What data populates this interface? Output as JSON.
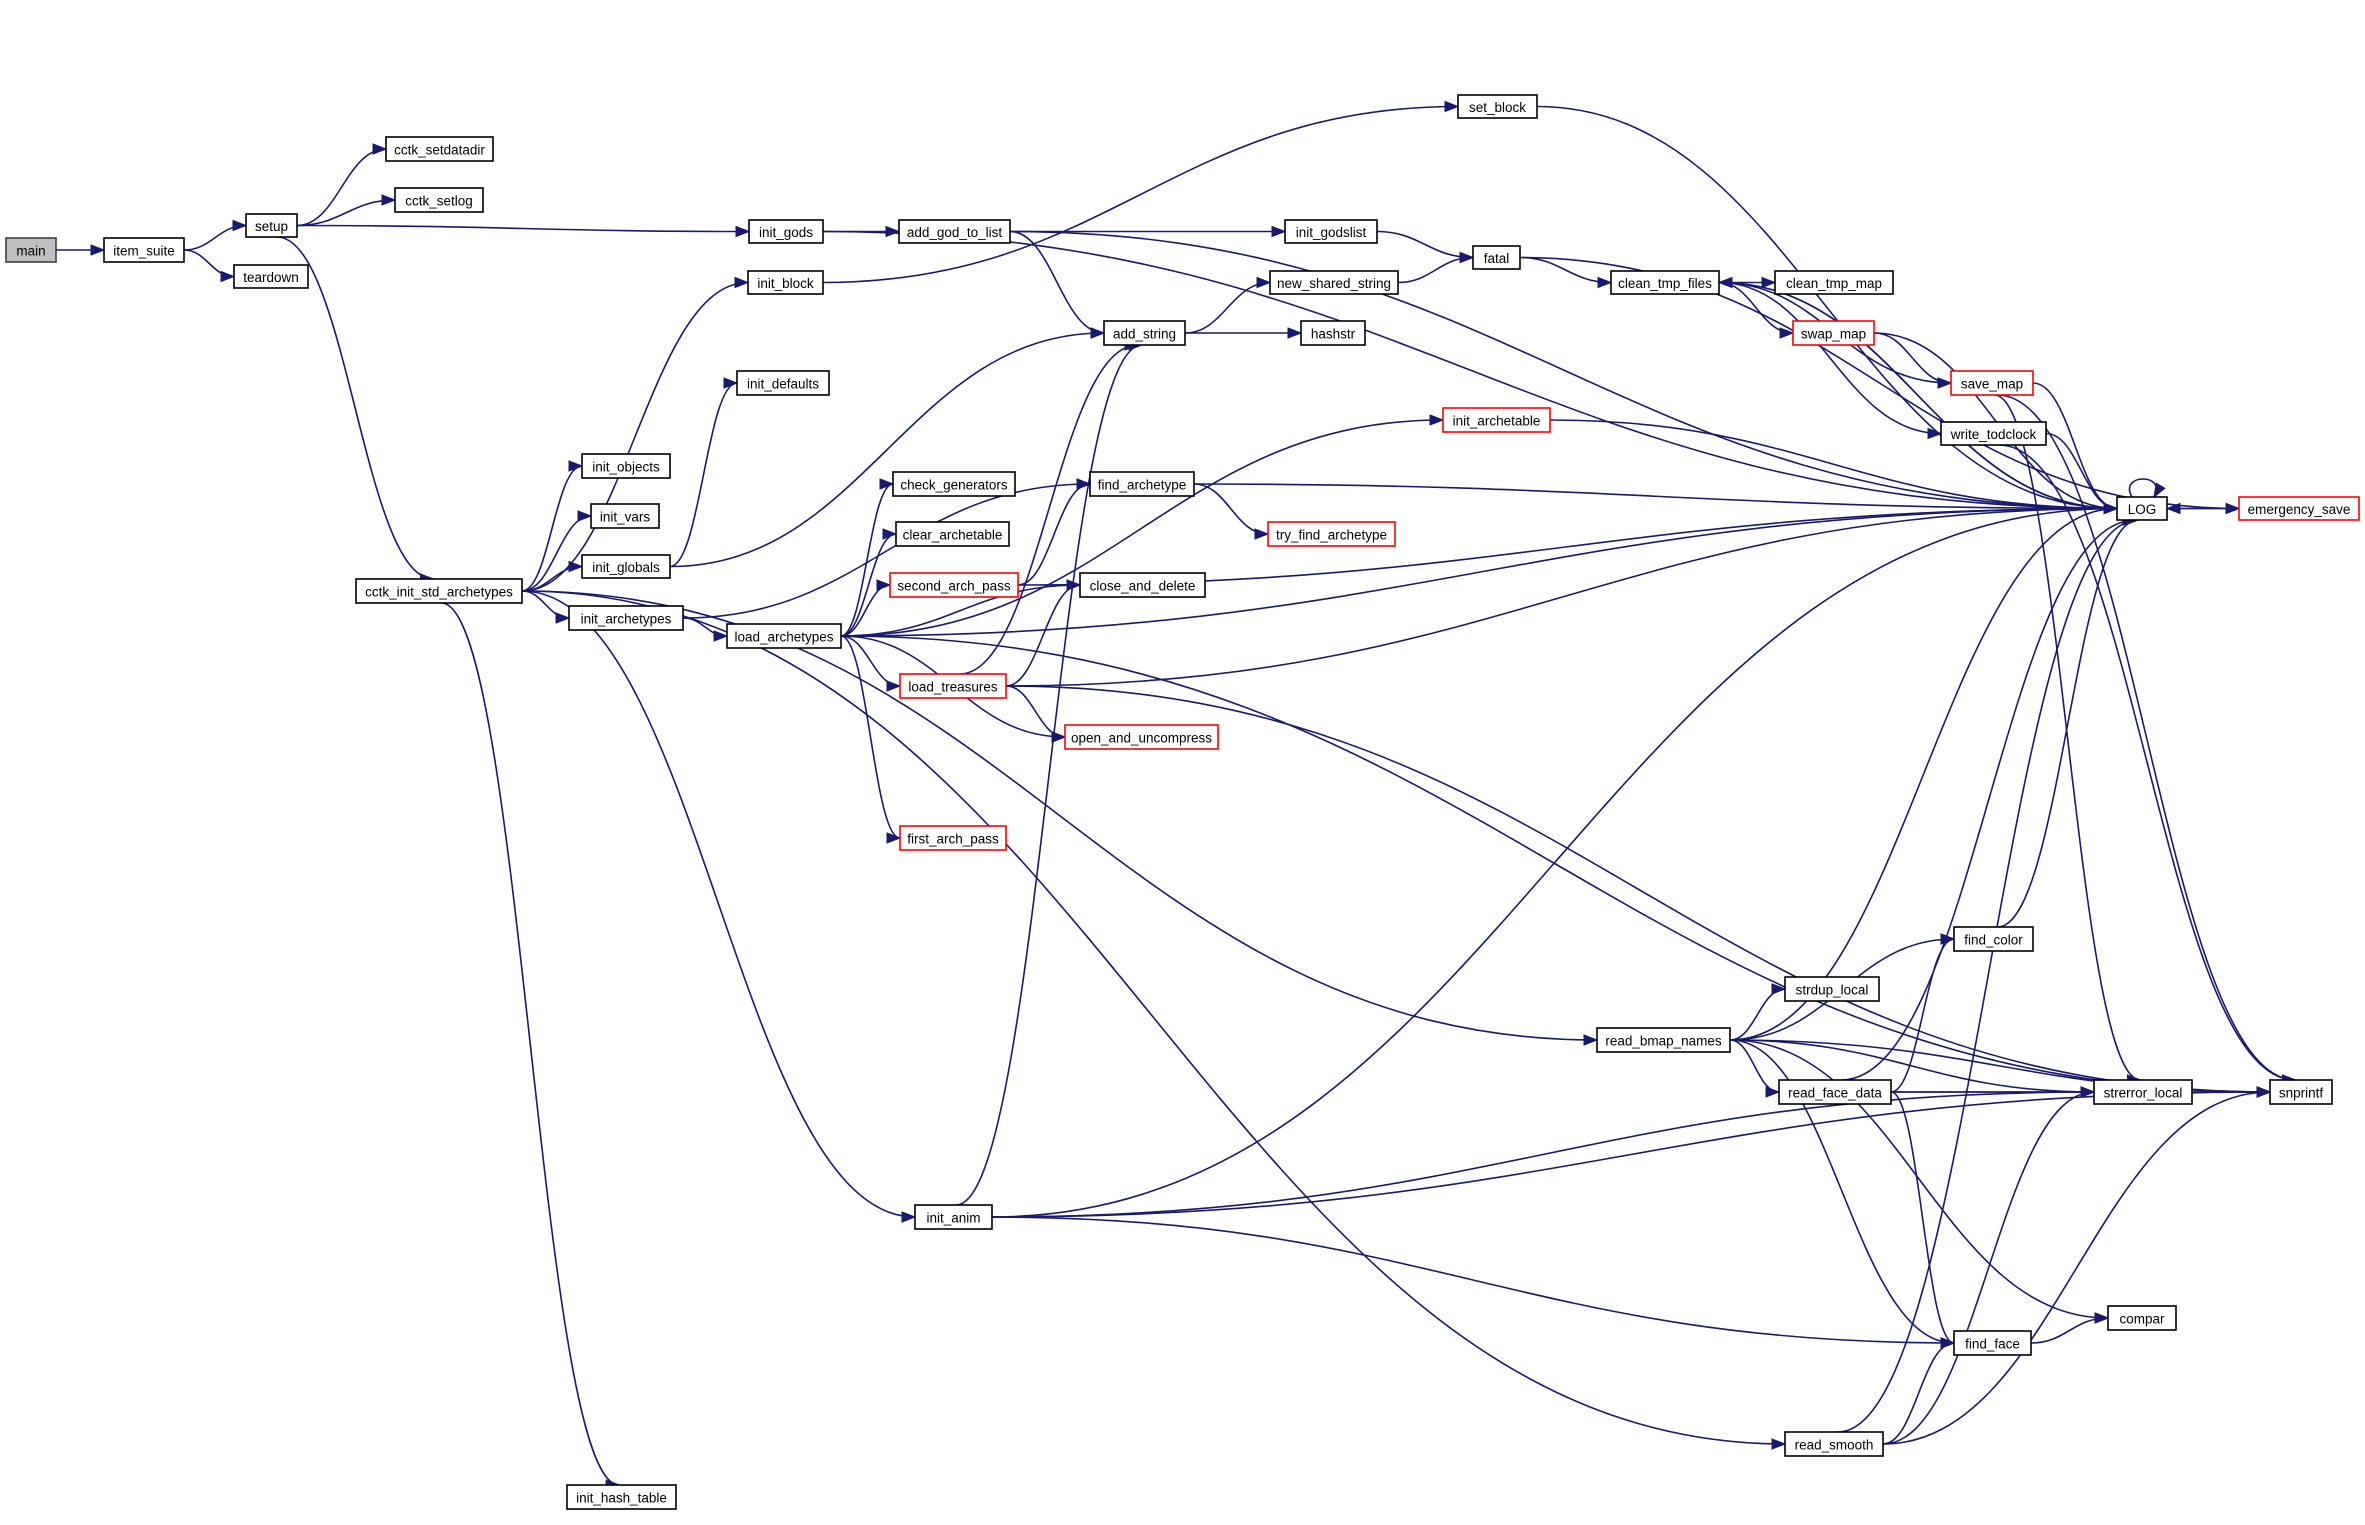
{
  "diagram": {
    "type": "call-graph",
    "title": "",
    "colors": {
      "edge": "#191970",
      "node_border": "#000000",
      "truncated_border": "#ff0000",
      "root_fill": "#bfbfbf"
    },
    "nodes": [
      {
        "id": "main",
        "label": "main",
        "style": "root"
      },
      {
        "id": "item_suite",
        "label": "item_suite",
        "style": "normal"
      },
      {
        "id": "setup",
        "label": "setup",
        "style": "normal"
      },
      {
        "id": "teardown",
        "label": "teardown",
        "style": "normal"
      },
      {
        "id": "cctk_setdatadir",
        "label": "cctk_setdatadir",
        "style": "normal"
      },
      {
        "id": "cctk_setlog",
        "label": "cctk_setlog",
        "style": "normal"
      },
      {
        "id": "init_gods",
        "label": "init_gods",
        "style": "normal"
      },
      {
        "id": "add_god_to_list",
        "label": "add_god_to_list",
        "style": "normal"
      },
      {
        "id": "init_godslist",
        "label": "init_godslist",
        "style": "normal"
      },
      {
        "id": "set_block",
        "label": "set_block",
        "style": "normal"
      },
      {
        "id": "fatal",
        "label": "fatal",
        "style": "normal"
      },
      {
        "id": "init_block",
        "label": "init_block",
        "style": "normal"
      },
      {
        "id": "new_shared_string",
        "label": "new_shared_string",
        "style": "normal"
      },
      {
        "id": "add_string",
        "label": "add_string",
        "style": "normal"
      },
      {
        "id": "hashstr",
        "label": "hashstr",
        "style": "normal"
      },
      {
        "id": "clean_tmp_files",
        "label": "clean_tmp_files",
        "style": "normal"
      },
      {
        "id": "clean_tmp_map",
        "label": "clean_tmp_map",
        "style": "normal"
      },
      {
        "id": "swap_map",
        "label": "swap_map",
        "style": "truncated"
      },
      {
        "id": "save_map",
        "label": "save_map",
        "style": "truncated"
      },
      {
        "id": "write_todclock",
        "label": "write_todclock",
        "style": "normal"
      },
      {
        "id": "LOG",
        "label": "LOG",
        "style": "normal"
      },
      {
        "id": "emergency_save",
        "label": "emergency_save",
        "style": "truncated"
      },
      {
        "id": "init_defaults",
        "label": "init_defaults",
        "style": "normal"
      },
      {
        "id": "init_archetable",
        "label": "init_archetable",
        "style": "truncated"
      },
      {
        "id": "init_objects",
        "label": "init_objects",
        "style": "normal"
      },
      {
        "id": "find_archetype",
        "label": "find_archetype",
        "style": "normal"
      },
      {
        "id": "check_generators",
        "label": "check_generators",
        "style": "normal"
      },
      {
        "id": "init_vars",
        "label": "init_vars",
        "style": "normal"
      },
      {
        "id": "clear_archetable",
        "label": "clear_archetable",
        "style": "normal"
      },
      {
        "id": "try_find_archetype",
        "label": "try_find_archetype",
        "style": "truncated"
      },
      {
        "id": "init_globals",
        "label": "init_globals",
        "style": "normal"
      },
      {
        "id": "second_arch_pass",
        "label": "second_arch_pass",
        "style": "truncated"
      },
      {
        "id": "close_and_delete",
        "label": "close_and_delete",
        "style": "normal"
      },
      {
        "id": "cctk_init_std_archetypes",
        "label": "cctk_init_std_archetypes",
        "style": "normal"
      },
      {
        "id": "init_archetypes",
        "label": "init_archetypes",
        "style": "normal"
      },
      {
        "id": "load_archetypes",
        "label": "load_archetypes",
        "style": "normal"
      },
      {
        "id": "load_treasures",
        "label": "load_treasures",
        "style": "truncated"
      },
      {
        "id": "open_and_uncompress",
        "label": "open_and_uncompress",
        "style": "truncated"
      },
      {
        "id": "first_arch_pass",
        "label": "first_arch_pass",
        "style": "truncated"
      },
      {
        "id": "find_color",
        "label": "find_color",
        "style": "normal"
      },
      {
        "id": "strdup_local",
        "label": "strdup_local",
        "style": "normal"
      },
      {
        "id": "read_bmap_names",
        "label": "read_bmap_names",
        "style": "normal"
      },
      {
        "id": "read_face_data",
        "label": "read_face_data",
        "style": "normal"
      },
      {
        "id": "strerror_local",
        "label": "strerror_local",
        "style": "normal"
      },
      {
        "id": "snprintf",
        "label": "snprintf",
        "style": "normal"
      },
      {
        "id": "init_anim",
        "label": "init_anim",
        "style": "normal"
      },
      {
        "id": "compar",
        "label": "compar",
        "style": "normal"
      },
      {
        "id": "find_face",
        "label": "find_face",
        "style": "normal"
      },
      {
        "id": "read_smooth",
        "label": "read_smooth",
        "style": "normal"
      },
      {
        "id": "init_hash_table",
        "label": "init_hash_table",
        "style": "normal"
      }
    ],
    "edges": [
      {
        "from": "main",
        "to": "item_suite"
      },
      {
        "from": "item_suite",
        "to": "setup"
      },
      {
        "from": "item_suite",
        "to": "teardown"
      },
      {
        "from": "setup",
        "to": "cctk_setdatadir"
      },
      {
        "from": "setup",
        "to": "cctk_setlog"
      },
      {
        "from": "setup",
        "to": "init_gods"
      },
      {
        "from": "setup",
        "to": "cctk_init_std_archetypes"
      },
      {
        "from": "init_gods",
        "to": "add_god_to_list"
      },
      {
        "from": "init_gods",
        "to": "LOG"
      },
      {
        "from": "add_god_to_list",
        "to": "init_godslist"
      },
      {
        "from": "add_god_to_list",
        "to": "add_string"
      },
      {
        "from": "add_god_to_list",
        "to": "LOG"
      },
      {
        "from": "init_godslist",
        "to": "fatal"
      },
      {
        "from": "init_block",
        "to": "set_block"
      },
      {
        "from": "set_block",
        "to": "LOG"
      },
      {
        "from": "add_string",
        "to": "new_shared_string"
      },
      {
        "from": "add_string",
        "to": "hashstr"
      },
      {
        "from": "new_shared_string",
        "to": "fatal"
      },
      {
        "from": "fatal",
        "to": "clean_tmp_files"
      },
      {
        "from": "fatal",
        "to": "emergency_save"
      },
      {
        "from": "clean_tmp_files",
        "to": "clean_tmp_map"
      },
      {
        "from": "clean_tmp_files",
        "to": "swap_map"
      },
      {
        "from": "clean_tmp_files",
        "to": "save_map"
      },
      {
        "from": "clean_tmp_files",
        "to": "write_todclock"
      },
      {
        "from": "clean_tmp_files",
        "to": "LOG"
      },
      {
        "from": "LOG",
        "to": "clean_tmp_files"
      },
      {
        "from": "swap_map",
        "to": "save_map"
      },
      {
        "from": "swap_map",
        "to": "LOG"
      },
      {
        "from": "save_map",
        "to": "LOG"
      },
      {
        "from": "save_map",
        "to": "snprintf"
      },
      {
        "from": "save_map",
        "to": "strerror_local"
      },
      {
        "from": "write_todclock",
        "to": "LOG"
      },
      {
        "from": "write_todclock",
        "to": "snprintf"
      },
      {
        "from": "LOG",
        "to": "LOG"
      },
      {
        "from": "LOG",
        "to": "emergency_save"
      },
      {
        "from": "emergency_save",
        "to": "LOG"
      },
      {
        "from": "cctk_init_std_archetypes",
        "to": "init_block"
      },
      {
        "from": "cctk_init_std_archetypes",
        "to": "init_objects"
      },
      {
        "from": "cctk_init_std_archetypes",
        "to": "init_vars"
      },
      {
        "from": "cctk_init_std_archetypes",
        "to": "init_globals"
      },
      {
        "from": "cctk_init_std_archetypes",
        "to": "init_archetypes"
      },
      {
        "from": "cctk_init_std_archetypes",
        "to": "read_bmap_names"
      },
      {
        "from": "cctk_init_std_archetypes",
        "to": "init_anim"
      },
      {
        "from": "cctk_init_std_archetypes",
        "to": "read_smooth"
      },
      {
        "from": "cctk_init_std_archetypes",
        "to": "init_hash_table"
      },
      {
        "from": "init_globals",
        "to": "init_defaults"
      },
      {
        "from": "init_globals",
        "to": "add_string"
      },
      {
        "from": "init_archetypes",
        "to": "load_archetypes"
      },
      {
        "from": "init_archetypes",
        "to": "find_archetype"
      },
      {
        "from": "load_archetypes",
        "to": "check_generators"
      },
      {
        "from": "load_archetypes",
        "to": "clear_archetable"
      },
      {
        "from": "load_archetypes",
        "to": "second_arch_pass"
      },
      {
        "from": "load_archetypes",
        "to": "close_and_delete"
      },
      {
        "from": "load_archetypes",
        "to": "load_treasures"
      },
      {
        "from": "load_archetypes",
        "to": "open_and_uncompress"
      },
      {
        "from": "load_archetypes",
        "to": "first_arch_pass"
      },
      {
        "from": "load_archetypes",
        "to": "init_archetable"
      },
      {
        "from": "load_archetypes",
        "to": "LOG"
      },
      {
        "from": "load_archetypes",
        "to": "snprintf"
      },
      {
        "from": "second_arch_pass",
        "to": "find_archetype"
      },
      {
        "from": "second_arch_pass",
        "to": "LOG"
      },
      {
        "from": "find_archetype",
        "to": "try_find_archetype"
      },
      {
        "from": "find_archetype",
        "to": "LOG"
      },
      {
        "from": "init_archetable",
        "to": "LOG"
      },
      {
        "from": "load_treasures",
        "to": "add_string"
      },
      {
        "from": "load_treasures",
        "to": "close_and_delete"
      },
      {
        "from": "load_treasures",
        "to": "open_and_uncompress"
      },
      {
        "from": "load_treasures",
        "to": "LOG"
      },
      {
        "from": "load_treasures",
        "to": "snprintf"
      },
      {
        "from": "init_anim",
        "to": "add_string"
      },
      {
        "from": "init_anim",
        "to": "LOG"
      },
      {
        "from": "init_anim",
        "to": "strerror_local"
      },
      {
        "from": "init_anim",
        "to": "find_face"
      },
      {
        "from": "init_anim",
        "to": "snprintf"
      },
      {
        "from": "read_bmap_names",
        "to": "find_color"
      },
      {
        "from": "read_bmap_names",
        "to": "strdup_local"
      },
      {
        "from": "read_bmap_names",
        "to": "read_face_data"
      },
      {
        "from": "read_bmap_names",
        "to": "strerror_local"
      },
      {
        "from": "read_bmap_names",
        "to": "snprintf"
      },
      {
        "from": "read_bmap_names",
        "to": "LOG"
      },
      {
        "from": "read_bmap_names",
        "to": "find_face"
      },
      {
        "from": "read_bmap_names",
        "to": "compar"
      },
      {
        "from": "read_face_data",
        "to": "find_color"
      },
      {
        "from": "read_face_data",
        "to": "strerror_local"
      },
      {
        "from": "read_face_data",
        "to": "snprintf"
      },
      {
        "from": "read_face_data",
        "to": "LOG"
      },
      {
        "from": "read_face_data",
        "to": "find_face"
      },
      {
        "from": "find_color",
        "to": "LOG"
      },
      {
        "from": "strerror_local",
        "to": "snprintf"
      },
      {
        "from": "find_face",
        "to": "compar"
      },
      {
        "from": "read_smooth",
        "to": "find_face"
      },
      {
        "from": "read_smooth",
        "to": "strerror_local"
      },
      {
        "from": "read_smooth",
        "to": "LOG"
      },
      {
        "from": "read_smooth",
        "to": "snprintf"
      }
    ]
  }
}
